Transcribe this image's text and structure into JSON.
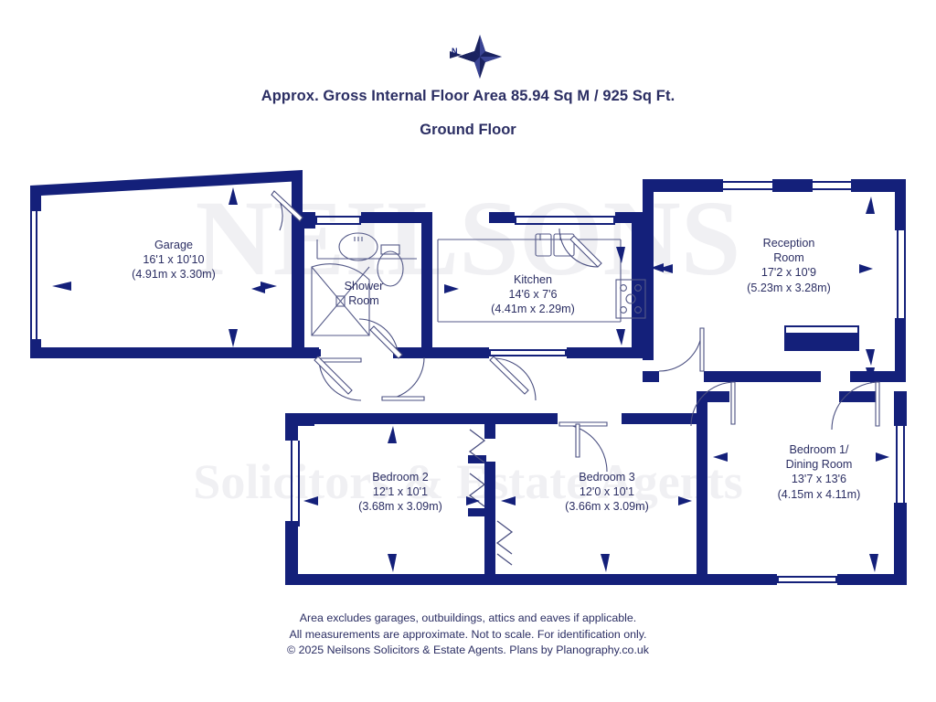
{
  "header": {
    "area_line": "Approx. Gross Internal Floor Area 85.94 Sq M / 925 Sq Ft.",
    "floor_line": "Ground Floor"
  },
  "compass": {
    "north_letter": "N"
  },
  "watermark": {
    "brand": "NEILSONS",
    "tagline": "Solicitors & Estate Agents"
  },
  "rooms": [
    {
      "id": "garage",
      "name": "Garage",
      "imperial": "16'1 x 10'10",
      "metric": "(4.91m x 3.30m)"
    },
    {
      "id": "shower-room",
      "name_line1": "Shower",
      "name_line2": "Room"
    },
    {
      "id": "kitchen",
      "name": "Kitchen",
      "imperial": "14'6 x 7'6",
      "metric": "(4.41m x 2.29m)"
    },
    {
      "id": "reception-room",
      "name_line1": "Reception",
      "name_line2": "Room",
      "imperial": "17'2 x 10'9",
      "metric": "(5.23m x 3.28m)"
    },
    {
      "id": "bedroom-2",
      "name": "Bedroom 2",
      "imperial": "12'1 x 10'1",
      "metric": "(3.68m x 3.09m)"
    },
    {
      "id": "bedroom-3",
      "name": "Bedroom 3",
      "imperial": "12'0 x 10'1",
      "metric": "(3.66m x 3.09m)"
    },
    {
      "id": "bedroom-1-dining",
      "name_line1": "Bedroom 1/",
      "name_line2": "Dining Room",
      "imperial": "13'7 x 13'6",
      "metric": "(4.15m x 4.11m)"
    }
  ],
  "footer": {
    "line1": "Area excludes garages, outbuildings, attics and eaves if applicable.",
    "line2": "All measurements are approximate. Not to scale. For identification only.",
    "line3": "© 2025 Neilsons Solicitors & Estate Agents. Plans by Planography.co.uk"
  },
  "colors": {
    "wall": "#14207a",
    "text": "#2b2e63",
    "watermark": "#f0f0f3",
    "background": "#ffffff"
  }
}
